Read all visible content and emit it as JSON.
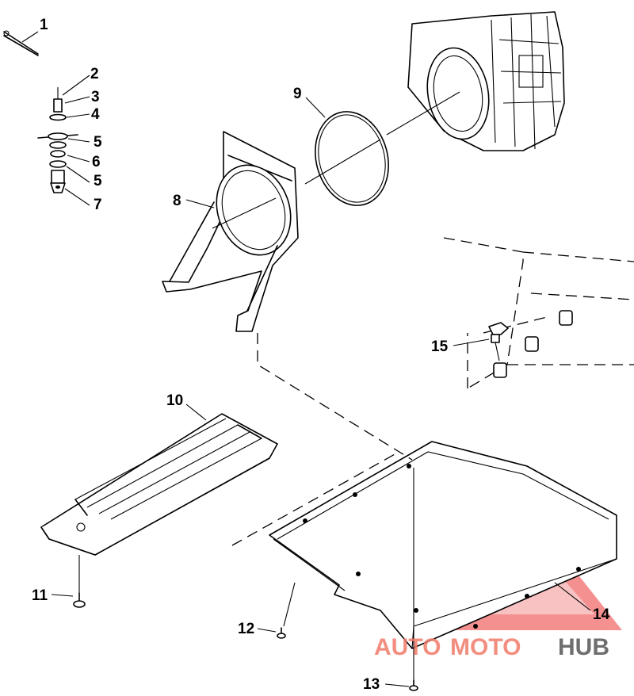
{
  "callouts": {
    "c1": "1",
    "c2": "2",
    "c3": "3",
    "c4": "4",
    "c5a": "5",
    "c6": "6",
    "c5b": "5",
    "c7": "7",
    "c8": "8",
    "c9": "9",
    "c10": "10",
    "c11": "11",
    "c12": "12",
    "c13": "13",
    "c14": "14",
    "c15": "15"
  },
  "watermark": {
    "part1": "AUTO",
    "part2": "MOTO",
    "part3": "HUB",
    "colors": {
      "red": "#f07b6b",
      "gray": "#555555",
      "logo": "#f26c6c"
    }
  }
}
